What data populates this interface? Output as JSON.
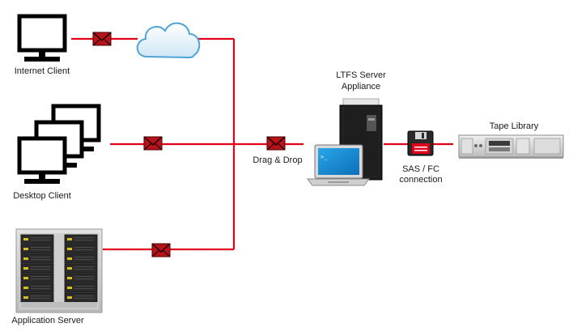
{
  "labels": {
    "internet_client": "Internet Client",
    "desktop_client": "Desktop Client",
    "application_server": "Application Server",
    "ltfs_line1": "LTFS Server",
    "ltfs_line2": "Appliance",
    "drag_drop": "Drag & Drop",
    "tape_library": "Tape Library",
    "sas_line1": "SAS / FC",
    "sas_line2": "connection"
  },
  "colors": {
    "link": "#e2001a",
    "envelope": "#b8121b",
    "cloud": "#8fc8e8"
  },
  "icons": [
    "monitor-icon",
    "cloud-icon",
    "envelope-icon",
    "server-rack-icon",
    "tower-server-icon",
    "laptop-icon",
    "floppy-disk-icon",
    "tape-library-icon"
  ]
}
